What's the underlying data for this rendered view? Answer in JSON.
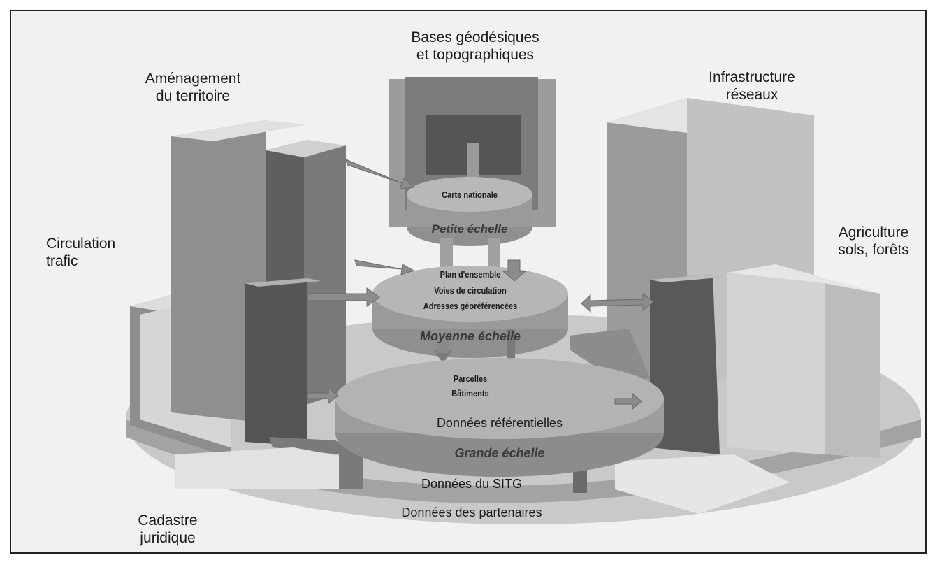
{
  "outer_labels": {
    "top": [
      "Bases géodésiques",
      "et topographiques"
    ],
    "top_left": [
      "Aménagement",
      "du territoire"
    ],
    "top_right": [
      "Infrastructure",
      "réseaux"
    ],
    "left": [
      "Circulation",
      "trafic"
    ],
    "right": [
      "Agriculture",
      "sols, forêts"
    ],
    "bottom_left": [
      "Cadastre",
      "juridique"
    ]
  },
  "disks": {
    "small": {
      "text": "Carte nationale",
      "scale": "Petite échelle"
    },
    "medium": {
      "lines": [
        "Plan d'ensemble",
        "Voies de circulation",
        "Adresses géoréférencées"
      ],
      "scale": "Moyenne échelle"
    },
    "large": {
      "lines": [
        "Parcelles",
        "Bâtiments"
      ],
      "rim": "Données référentielles",
      "scale": "Grande échelle"
    }
  },
  "base": {
    "inner": "Données du SITG",
    "outer": "Données des partenaires"
  },
  "colors": {
    "block_light": "#dcdcdc",
    "block_mid": "#9a9a9a",
    "block_dark": "#6e6e6e",
    "disk": "#a6a6a6",
    "disk_top": "#b4b4b4",
    "arrow": "#8c8c8c"
  }
}
